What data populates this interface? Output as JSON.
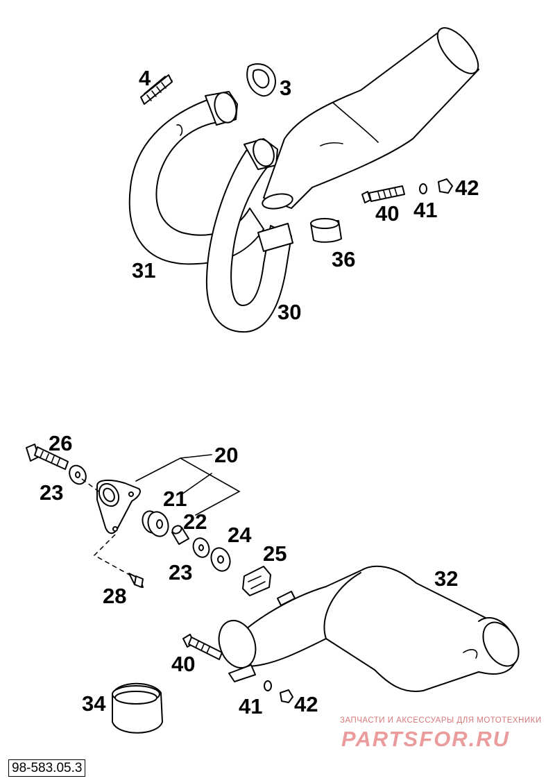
{
  "diagram": {
    "doc_id": "98-583.05.3",
    "watermark": {
      "caption": "ЗАПЧАСТИ И АКСЕССУАРЫ ДЛЯ МОТОТЕХНИКИ",
      "logo": "PARTSFOR.RU"
    },
    "callouts": {
      "c3": "3",
      "c4": "4",
      "c20": "20",
      "c21": "21",
      "c22": "22",
      "c23a": "23",
      "c23b": "23",
      "c24": "24",
      "c25": "25",
      "c26": "26",
      "c28": "28",
      "c30": "30",
      "c31": "31",
      "c32": "32",
      "c34": "34",
      "c36": "36",
      "c40a": "40",
      "c40b": "40",
      "c41a": "41",
      "c41b": "41",
      "c42a": "42",
      "c42b": "42"
    }
  }
}
